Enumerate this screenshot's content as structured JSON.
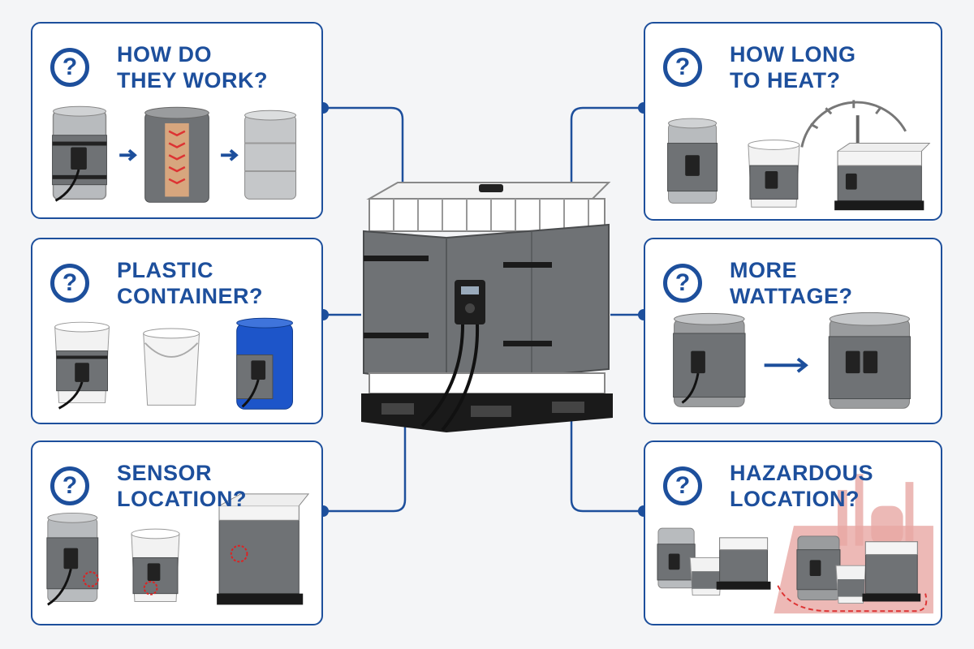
{
  "panels": {
    "how_work": {
      "line1": "HOW DO",
      "line2": "THEY WORK?"
    },
    "how_long": {
      "line1": "HOW LONG",
      "line2": "TO HEAT?"
    },
    "plastic": {
      "line1": "PLASTIC",
      "line2": "CONTAINER?"
    },
    "wattage": {
      "line1": "MORE",
      "line2": "WATTAGE?"
    },
    "sensor": {
      "line1": "SENSOR",
      "line2": "LOCATION?"
    },
    "hazard": {
      "line1": "HAZARDOUS",
      "line2": "LOCATION?"
    }
  },
  "icons": {
    "question": "?"
  },
  "colors": {
    "accent": "#1d4f9c",
    "connector": "#1d4f9c",
    "blanket": "#6f7275",
    "hazard_zone": "#e8a8a4"
  }
}
